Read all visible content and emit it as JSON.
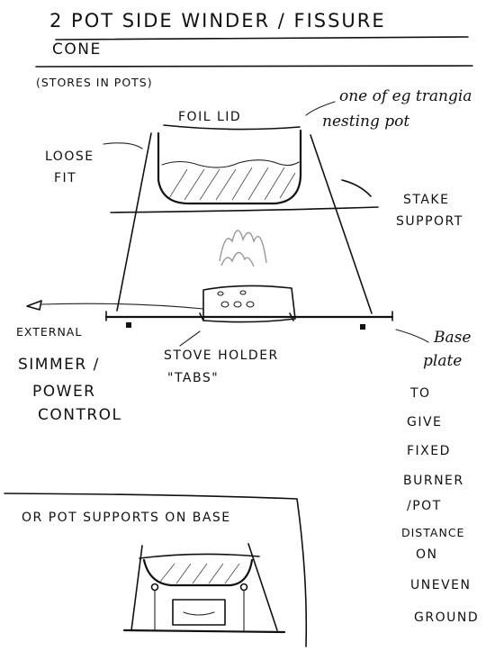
{
  "title": {
    "line1": "2 POT   SIDE WINDER / FISSURE",
    "line2": "CONE"
  },
  "subtitle": "(STORES IN POTS)",
  "labels": {
    "foil_lid": "FOIL LID",
    "nesting_pot_line1": "one of eg trangia",
    "nesting_pot_line2": "nesting pot",
    "loose_fit_line1": "LOOSE",
    "loose_fit_line2": "FIT",
    "stake_support_line1": "STAKE",
    "stake_support_line2": "SUPPORT",
    "external": "EXTERNAL",
    "simmer_line1": "SIMMER /",
    "simmer_line2": "POWER",
    "simmer_line3": "CONTROL",
    "stove_holder_line1": "STOVE HOLDER",
    "stove_holder_line2": "\"TABS\"",
    "base_plate_line1": "Base",
    "base_plate_line2": "plate",
    "note_lines": [
      "TO",
      "GIVE",
      "FIXED",
      "BURNER",
      "/POT",
      "DISTANCE",
      "ON",
      "UNEVEN",
      "GROUND"
    ],
    "alt_note": "OR  POT SUPPORTS ON BASE"
  }
}
